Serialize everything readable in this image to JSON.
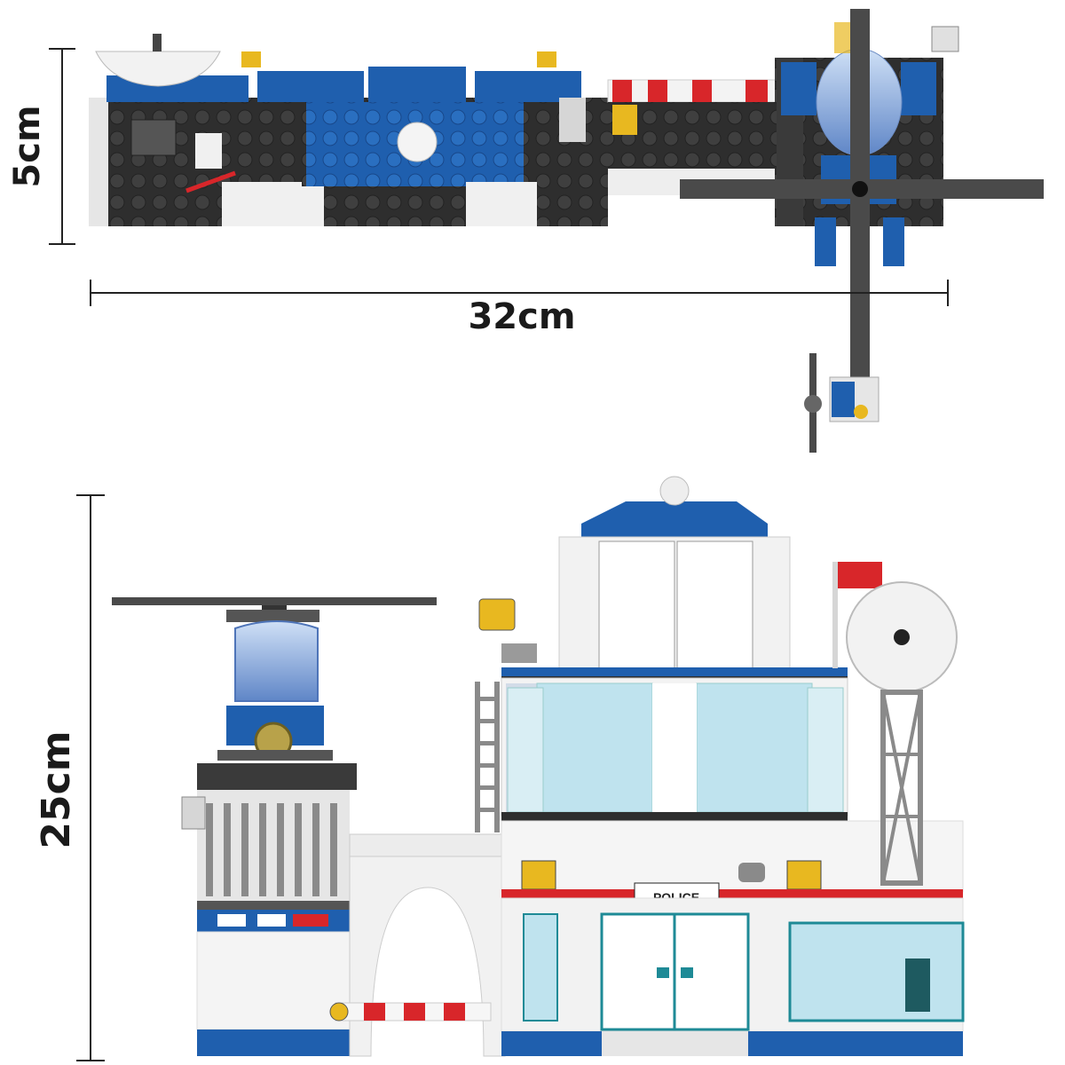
{
  "dimensions": {
    "depth_label": "5cm",
    "width_label": "32cm",
    "height_label": "25cm"
  },
  "building": {
    "sign_text": "POLICE"
  },
  "colors": {
    "brick_blue": "#1f5fae",
    "baseplate_dark": "#2e2e2e",
    "stud_dark": "#3c3c3c",
    "wall_white": "#f2f2f2",
    "glass_light": "#bfe3ee",
    "glass_teal": "#1e8a96",
    "stripe_red": "#d8262a",
    "accent_yellow": "#e8b820",
    "rotor_gray": "#4a4a4a",
    "steel_gray": "#8a8a8a"
  }
}
